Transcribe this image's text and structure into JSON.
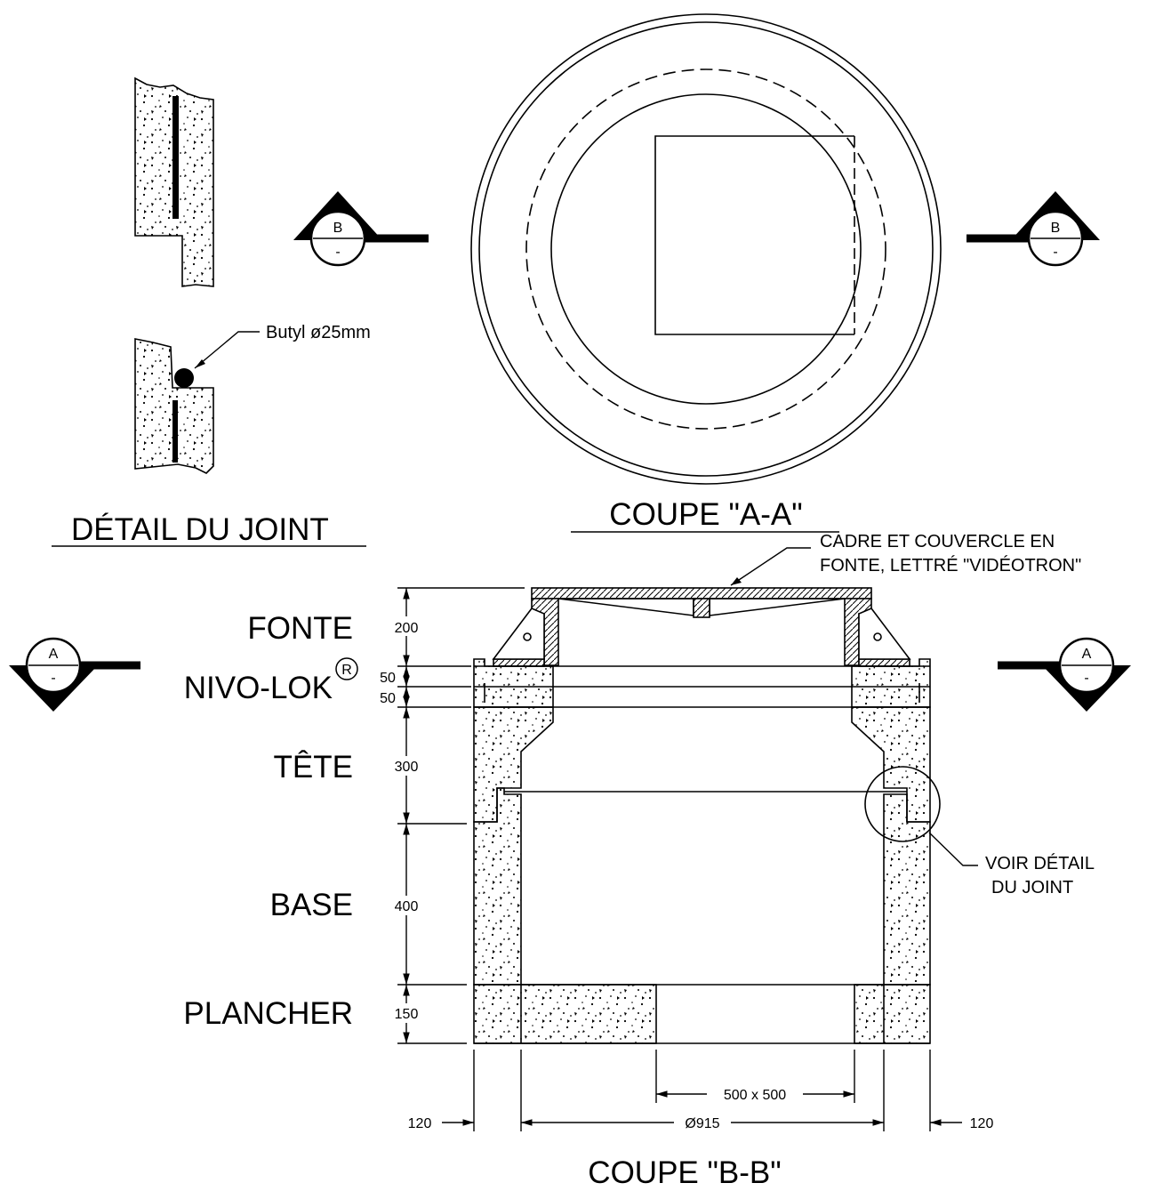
{
  "detail": {
    "title": "DÉTAIL DU JOINT",
    "butyl_label": "Butyl ø25mm"
  },
  "plan_view": {
    "title": "COUPE \"A-A\""
  },
  "section_view": {
    "title": "COUPE \"B-B\"",
    "cover_note_line1": "CADRE ET COUVERCLE EN",
    "cover_note_line2": "FONTE, LETTRÉ \"VIDÉOTRON\"",
    "detail_ref_line1": "VOIR DÉTAIL",
    "detail_ref_line2": "DU JOINT",
    "registered_mark": "R"
  },
  "section_markers": {
    "b_letter": "B",
    "a_letter": "A",
    "sheet_ref": "-"
  },
  "components": [
    {
      "name": "FONTE",
      "height": "200"
    },
    {
      "name": "NIVO-LOK",
      "height": "50"
    },
    {
      "name": "",
      "height": "50"
    },
    {
      "name": "TÊTE",
      "height": "300"
    },
    {
      "name": "BASE",
      "height": "400"
    },
    {
      "name": "PLANCHER",
      "height": "150"
    }
  ],
  "bottom_dimensions": {
    "opening": "500 x 500",
    "inner_diameter": "Ø915",
    "wall_left": "120",
    "wall_right": "120"
  },
  "colors": {
    "ink": "#000000",
    "paper": "#ffffff"
  }
}
